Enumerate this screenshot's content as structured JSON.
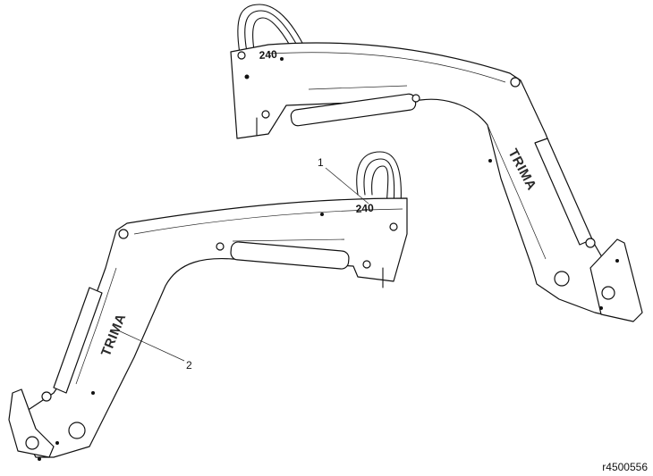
{
  "diagram": {
    "callouts": [
      {
        "number": "1"
      },
      {
        "number": "2"
      }
    ],
    "decal_model": "240",
    "decal_brand": "TRIMA",
    "reference_code": "r4500556"
  }
}
